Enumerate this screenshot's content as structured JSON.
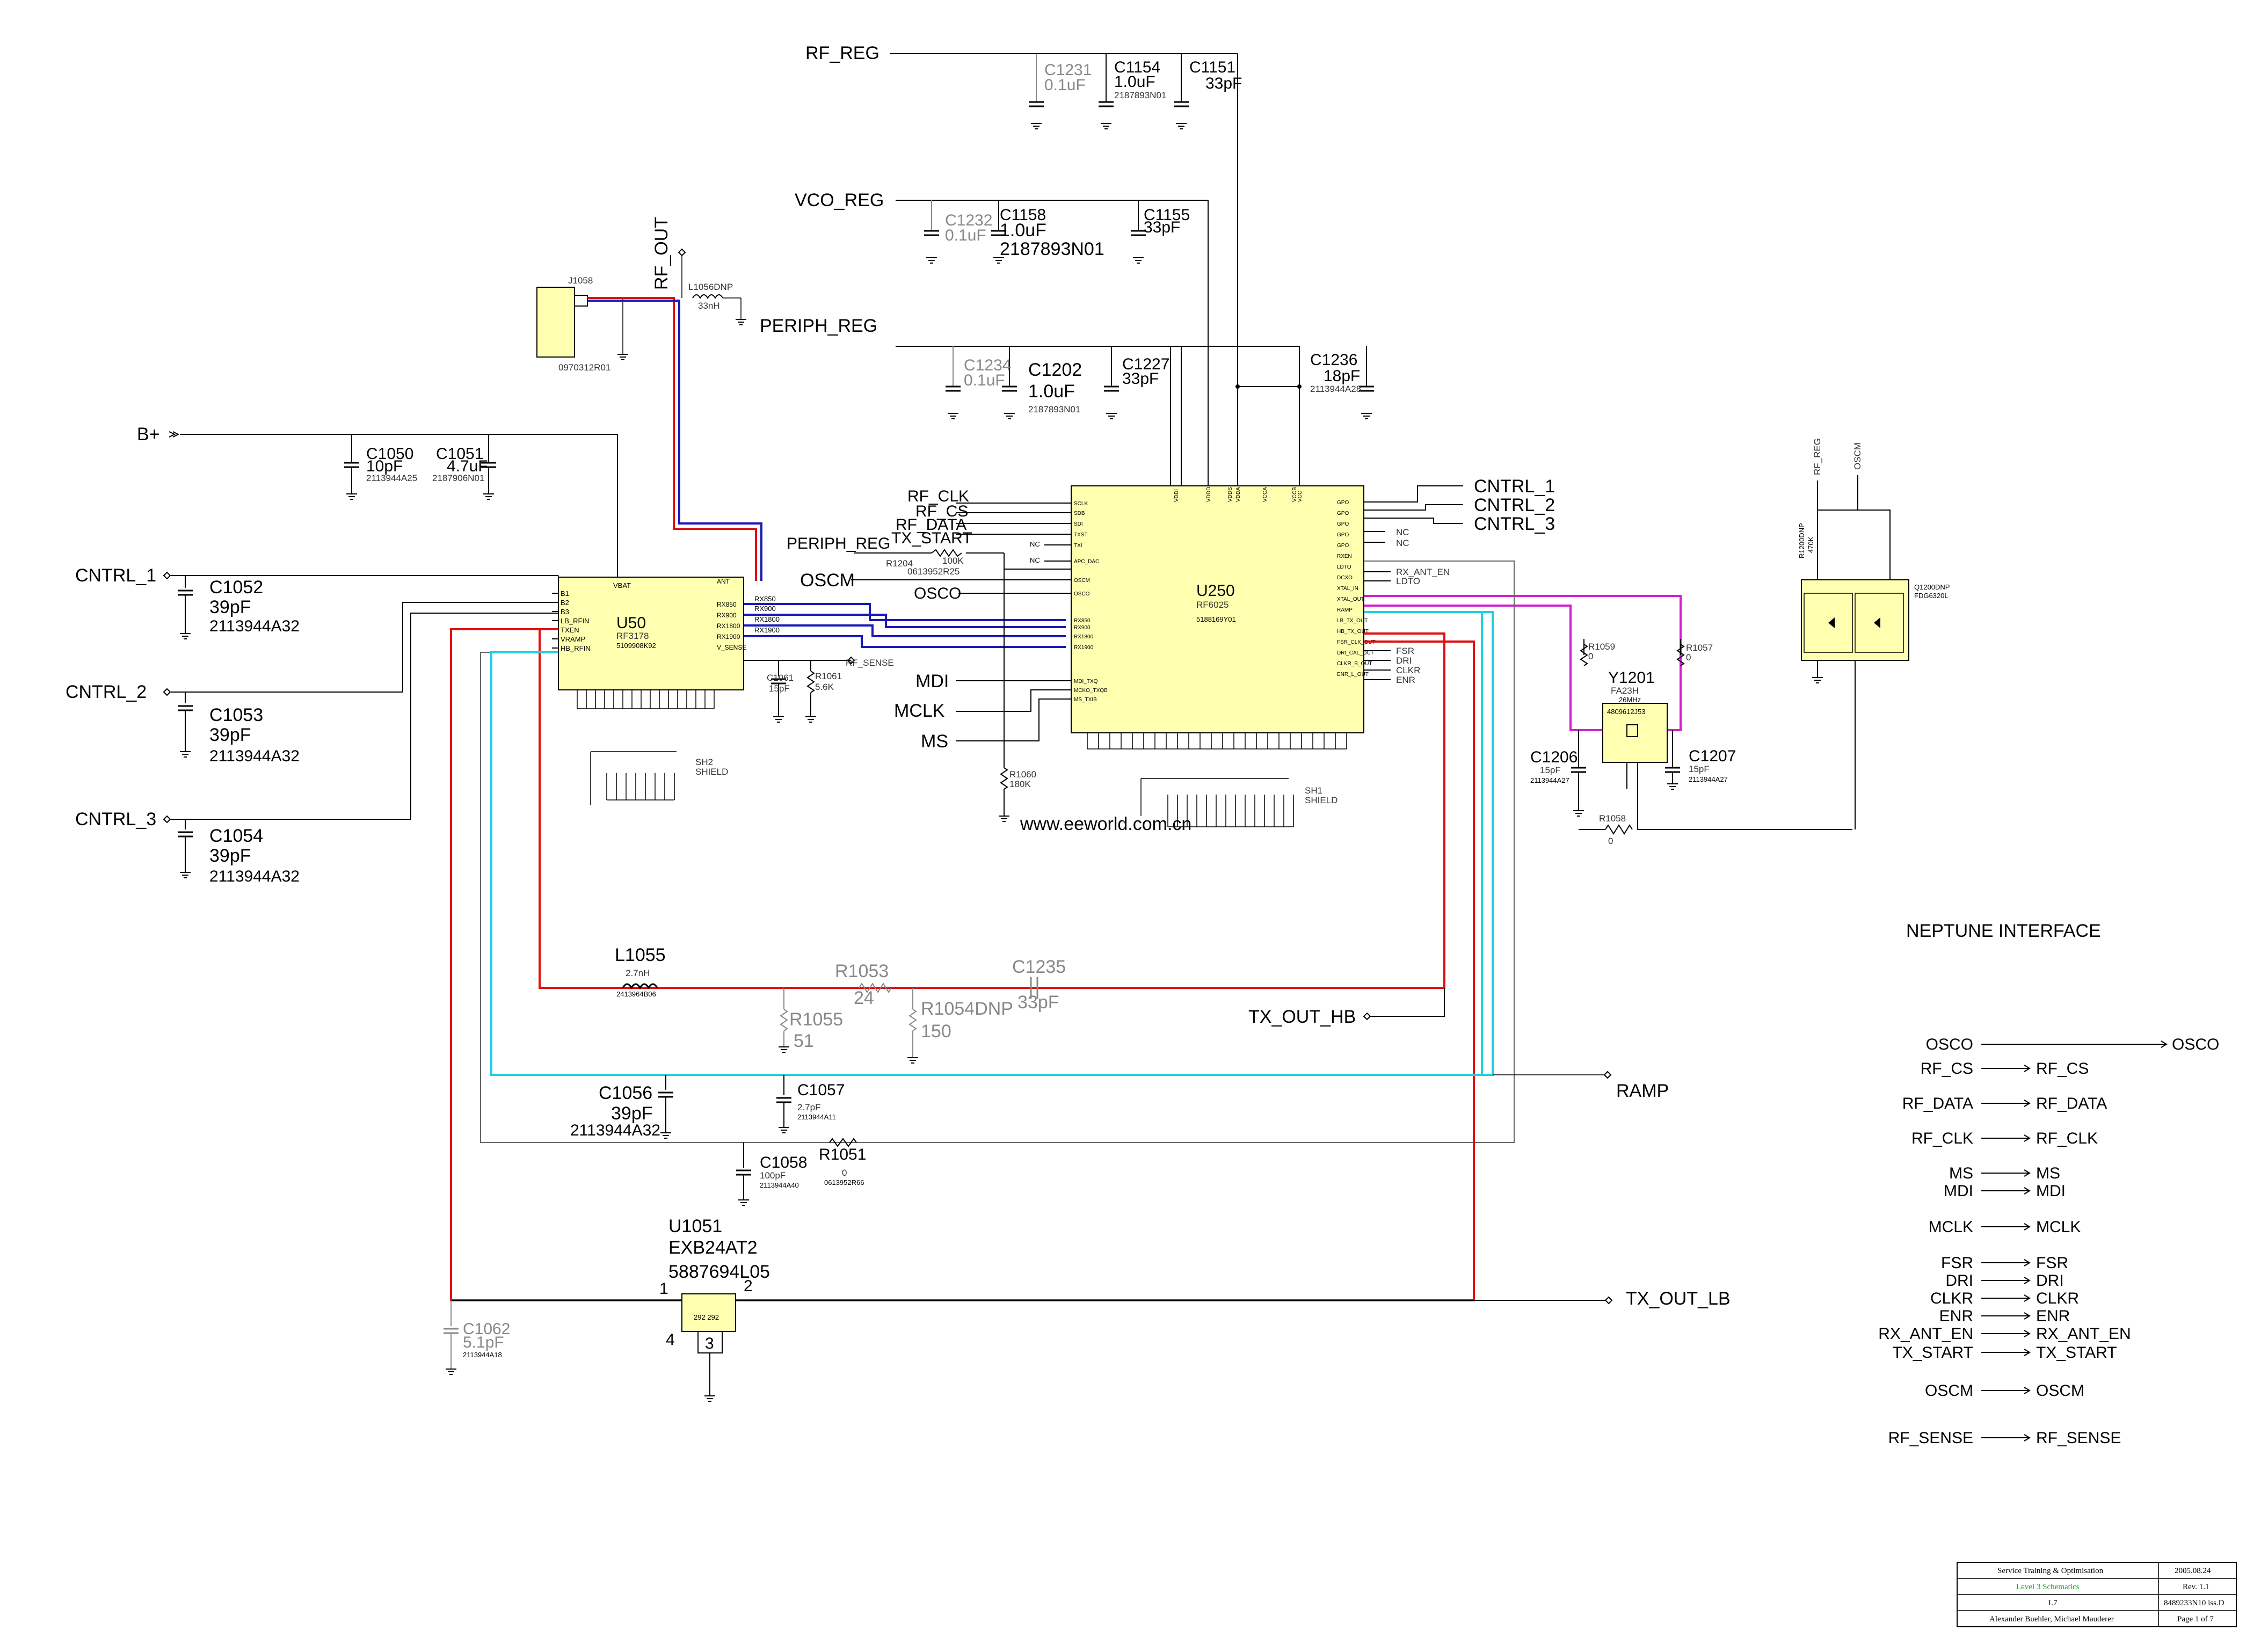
{
  "power_nets": {
    "rf_reg": "RF_REG",
    "vco_reg": "VCO_REG",
    "periph_reg": "PERIPH_REG",
    "b_plus": "B+",
    "rf_out": "RF_OUT"
  },
  "connector": {
    "ref": "J1058",
    "part": "0970312R01",
    "inductor_ref": "L1056DNP",
    "inductor_val": "33nH"
  },
  "cap_row_rfreg": [
    {
      "ref": "C1231",
      "val": "0.1uF",
      "part": "",
      "gray": true
    },
    {
      "ref": "C1154",
      "val": "1.0uF",
      "part": "2187893N01",
      "gray": false
    },
    {
      "ref": "C1151",
      "val": "33pF",
      "part": "",
      "gray": false
    }
  ],
  "cap_row_vcoreg": [
    {
      "ref": "C1232",
      "val": "0.1uF",
      "part": "",
      "gray": true
    },
    {
      "ref": "C1158",
      "val": "1.0uF",
      "part": "2187893N01",
      "gray": false
    },
    {
      "ref": "C1155",
      "val": "33pF",
      "part": "",
      "gray": false
    }
  ],
  "cap_row_periph": [
    {
      "ref": "C1234",
      "val": "0.1uF",
      "part": "",
      "gray": true
    },
    {
      "ref": "C1202",
      "val": "1.0uF",
      "part": "2187893N01",
      "gray": false
    },
    {
      "ref": "C1227",
      "val": "33pF",
      "part": "",
      "gray": false
    },
    {
      "ref": "C1236",
      "val": "18pF",
      "part": "2113944A28",
      "gray": false
    }
  ],
  "cap_row_bplus": [
    {
      "ref": "C1050",
      "val": "10pF",
      "part": "2113944A25"
    },
    {
      "ref": "C1051",
      "val": "4.7uF",
      "part": "2187906N01"
    }
  ],
  "left_ctrl": [
    {
      "net": "CNTRL_1",
      "ref": "C1052",
      "val": "39pF",
      "part": "2113944A32"
    },
    {
      "net": "CNTRL_2",
      "ref": "C1053",
      "val": "39pF",
      "part": "2113944A32"
    },
    {
      "net": "CNTRL_3",
      "ref": "C1054",
      "val": "39pF",
      "part": "2113944A32"
    }
  ],
  "u50": {
    "ref": "U50",
    "part": "RF3178",
    "pn": "5109908K92",
    "pins_left": [
      "B1",
      "B2",
      "B3",
      "LB_RFIN",
      "TXEN",
      "VRAMP",
      "HB_RFIN"
    ],
    "pins_right": [
      "ANT",
      "RX850",
      "RX900",
      "RX1800",
      "RX1900",
      "V_SENSE"
    ],
    "top_pin": "VBAT",
    "rx_labels": [
      "RX850",
      "RX900",
      "RX1800",
      "RX1900"
    ]
  },
  "u250": {
    "ref": "U250",
    "part": "RF6025",
    "pn": "5188169Y01",
    "pins_left": [
      "SCLK",
      "SDB",
      "SDI",
      "TXST",
      "TXI",
      "APC_DAC",
      "OSCM",
      "OSCO",
      "RX850",
      "RX900",
      "RX1800",
      "RX1900",
      "MDI_TXQ",
      "MCKO_TXQB",
      "MS_TXIB"
    ],
    "pins_right": [
      "GPO",
      "GPO",
      "GPO",
      "GPO",
      "GPO",
      "RXEN",
      "LDTO",
      "DCXO",
      "XTAL_IN",
      "XTAL_OUT",
      "RAMP",
      "LB_TX_OUT",
      "HB_TX_OUT",
      "FSR_CLK_OUT",
      "DRI_CAL_OUT",
      "CLKR_B_OUT",
      "ENR_L_OUT"
    ],
    "top_pins": [
      "VDDI",
      "VDDD",
      "VDDS",
      "VDDA",
      "VCCA",
      "VCCB",
      "VCC"
    ]
  },
  "u250_left_nets": [
    "RF_CLK",
    "RF_CS",
    "RF_DATA",
    "TX_START"
  ],
  "u250_right_nets": [
    "CNTRL_1",
    "CNTRL_2",
    "CNTRL_3"
  ],
  "u250_right_out": [
    "NC",
    "NC",
    "RX_ANT_EN",
    "LDTO",
    "FSR",
    "DRI",
    "CLKR",
    "ENR"
  ],
  "mid_labels": {
    "periph_reg": "PERIPH_REG",
    "oscm": "OSCM",
    "osco": "OSCO",
    "mdi": "MDI",
    "mclk": "MCLK",
    "ms": "MS",
    "rf_sense": "RF_SENSE",
    "nc1": "NC",
    "nc2": "NC"
  },
  "r1204": {
    "ref": "R1204",
    "val": "100K",
    "part": "0613952R25"
  },
  "r1060": {
    "ref": "R1060",
    "val": "180K"
  },
  "c1061": {
    "ref": "C1061",
    "val": "15pF"
  },
  "r1061": {
    "ref": "R1061",
    "val": "5.6K"
  },
  "shields": [
    {
      "ref": "SH2",
      "label": "SHIELD"
    },
    {
      "ref": "SH1",
      "label": "SHIELD"
    }
  ],
  "crystal": {
    "ref": "Y1201",
    "part": "FA23H",
    "freq": "26MHz",
    "pn": "4809612J53",
    "r1059": {
      "ref": "R1059",
      "val": "0"
    },
    "r1057": {
      "ref": "R1057",
      "val": "0"
    },
    "r1058": {
      "ref": "R1058",
      "val": "0"
    },
    "c1206": {
      "ref": "C1206",
      "val": "15pF",
      "part": "2113944A27"
    },
    "c1207": {
      "ref": "C1207",
      "val": "15pF",
      "part": "2113944A27"
    }
  },
  "bottom": {
    "l1055": {
      "ref": "L1055",
      "val": "2.7nH",
      "part": "2413964B06"
    },
    "r1053": {
      "ref": "R1053",
      "val": "24"
    },
    "c1235": {
      "ref": "C1235",
      "val": "33pF"
    },
    "r1055": {
      "ref": "R1055",
      "val": "51"
    },
    "r1054": {
      "ref": "R1054DNP",
      "val": "150"
    },
    "tx_out_hb": "TX_OUT_HB",
    "ramp": "RAMP",
    "c1056": {
      "ref": "C1056",
      "val": "39pF",
      "part": "2113944A32"
    },
    "c1057": {
      "ref": "C1057",
      "val": "2.7pF",
      "part": "2113944A11"
    },
    "c1058": {
      "ref": "C1058",
      "val": "100pF",
      "part": "2113944A40"
    },
    "r1051": {
      "ref": "R1051",
      "val": "0",
      "part": "0613952R66"
    },
    "u1051": {
      "ref": "U1051",
      "part": "EXB24AT2",
      "pn": "5887694L05",
      "pin1": "1",
      "pin2": "2",
      "pin3": "3",
      "pin4": "4",
      "inner": "292  292"
    },
    "c1062": {
      "ref": "C1062",
      "val": "5.1pF",
      "part": "2113944A18"
    },
    "tx_out_lb": "TX_OUT_LB"
  },
  "q1200": {
    "ref": "Q1200DNP",
    "part": "FDG6320L",
    "rf_reg": "RF_REG",
    "oscm": "OSCM",
    "r_ref": "R1200DNP",
    "r_val": "470K"
  },
  "watermark": "www.eeworld.com.cn",
  "neptune": {
    "title": "NEPTUNE INTERFACE",
    "rows": [
      [
        "OSCO",
        "OSCO"
      ],
      [
        "RF_CS",
        "RF_CS"
      ],
      [
        "RF_DATA",
        "RF_DATA"
      ],
      [
        "RF_CLK",
        "RF_CLK"
      ],
      [
        "MS",
        "MS"
      ],
      [
        "MDI",
        "MDI"
      ],
      [
        "MCLK",
        "MCLK"
      ],
      [
        "FSR",
        "FSR"
      ],
      [
        "DRI",
        "DRI"
      ],
      [
        "CLKR",
        "CLKR"
      ],
      [
        "ENR",
        "ENR"
      ],
      [
        "RX_ANT_EN",
        "RX_ANT_EN"
      ],
      [
        "TX_START",
        "TX_START"
      ],
      [
        "OSCM",
        "OSCM"
      ],
      [
        "RF_SENSE",
        "RF_SENSE"
      ]
    ]
  },
  "title_block": {
    "company": "Service Training & Optimisation",
    "date": "2005.08.24",
    "title": "Level 3 Schematics",
    "rev": "Rev. 1.1",
    "sheet_id": "L7",
    "doc": "8489233N10 iss.D",
    "authors": "Alexander Buehler, Michael Mauderer",
    "page": "Page 1 of 7"
  },
  "colors": {
    "red": "#e01010",
    "blue": "#1a1ab8",
    "cyan": "#20d0e0",
    "magenta": "#d020d0",
    "chip": "#ffffb0"
  }
}
